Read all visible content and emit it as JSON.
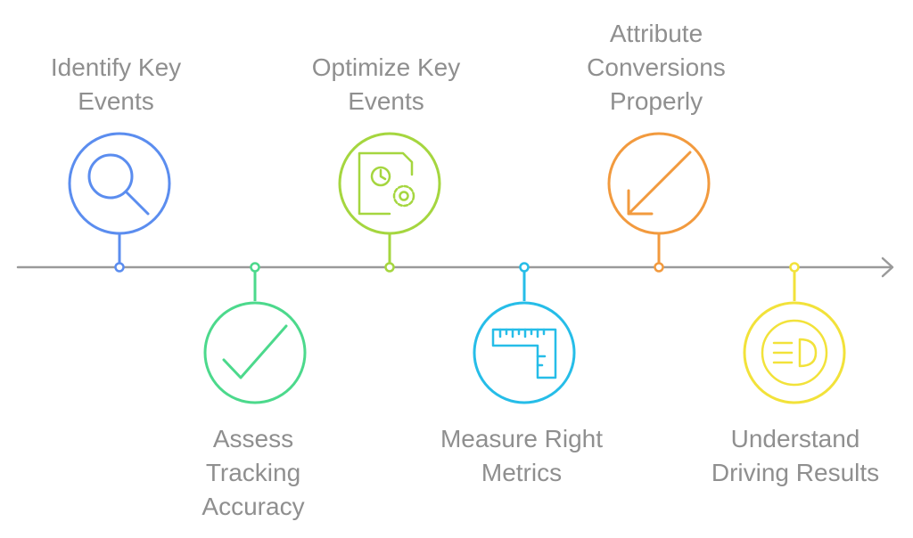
{
  "steps": [
    {
      "id": "identify-key-events",
      "label_lines": [
        "Identify Key",
        "Events"
      ],
      "position": "above",
      "color": "#5b8def",
      "icon": "magnifier-icon"
    },
    {
      "id": "assess-tracking-accuracy",
      "label_lines": [
        "Assess",
        "Tracking",
        "Accuracy"
      ],
      "position": "below",
      "color": "#4cd98c",
      "icon": "checkmark-icon"
    },
    {
      "id": "optimize-key-events",
      "label_lines": [
        "Optimize Key",
        "Events"
      ],
      "position": "above",
      "color": "#a5d63f",
      "icon": "document-gear-icon"
    },
    {
      "id": "measure-right-metrics",
      "label_lines": [
        "Measure Right",
        "Metrics"
      ],
      "position": "below",
      "color": "#26bde8",
      "icon": "ruler-icon"
    },
    {
      "id": "attribute-conversions-properly",
      "label_lines": [
        "Attribute",
        "Conversions",
        "Properly"
      ],
      "position": "above",
      "color": "#f29a3e",
      "icon": "diagonal-arrow-icon"
    },
    {
      "id": "understand-driving-results",
      "label_lines": [
        "Understand",
        "Driving Results"
      ],
      "position": "below",
      "color": "#f2e23a",
      "icon": "headlight-icon"
    }
  ],
  "timeline": {
    "line_color": "#9a9a9a"
  }
}
